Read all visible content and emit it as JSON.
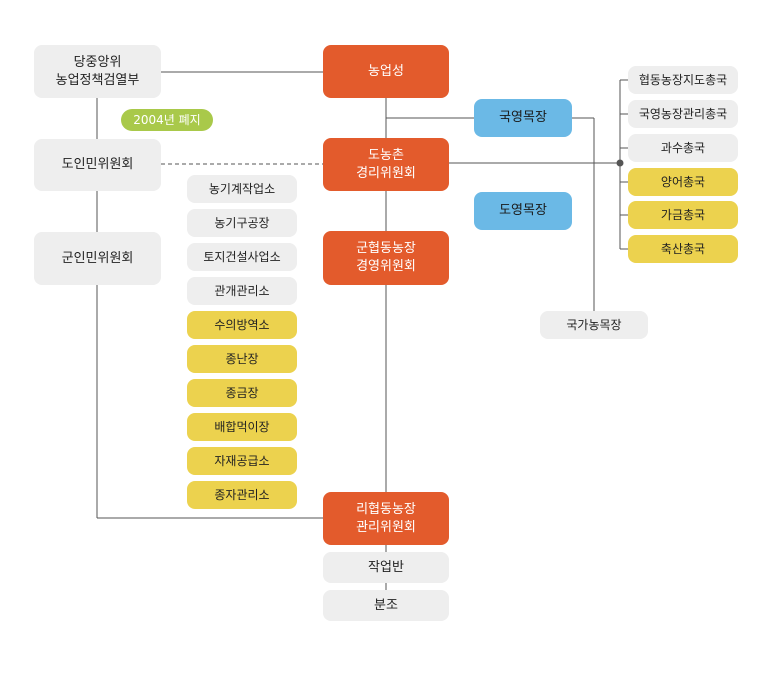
{
  "colors": {
    "orange": "#e35b2c",
    "blue": "#6bb9e6",
    "yellow": "#ecd24e",
    "gray": "#eeeeee",
    "green": "#a9c94a",
    "line": "#555555"
  },
  "left": {
    "party_committee": "당중앙위\n농업정책검열부",
    "abolished_badge": "2004년 폐지",
    "province_committee": "도인민위원회",
    "county_committee": "군인민위원회"
  },
  "center": {
    "ministry": "농업성",
    "province_rural": "도농촌\n경리위원회",
    "county_coop": "군협동농장\n경영위원회",
    "village_coop": "리협동농장\n관리위원회",
    "work_team": "작업반",
    "sub_team": "분조"
  },
  "middle_units": [
    {
      "label": "농기계작업소",
      "type": "gray"
    },
    {
      "label": "농기구공장",
      "type": "gray"
    },
    {
      "label": "토지건설사업소",
      "type": "gray"
    },
    {
      "label": "관개관리소",
      "type": "gray"
    },
    {
      "label": "수의방역소",
      "type": "yellow"
    },
    {
      "label": "종난장",
      "type": "yellow"
    },
    {
      "label": "종금장",
      "type": "yellow"
    },
    {
      "label": "배합먹이장",
      "type": "yellow"
    },
    {
      "label": "자재공급소",
      "type": "yellow"
    },
    {
      "label": "종자관리소",
      "type": "yellow"
    }
  ],
  "farms": {
    "state_farm": "국영목장",
    "province_farm": "도영목장",
    "national_farm": "국가농목장"
  },
  "bureaus": [
    {
      "label": "협동농장지도총국",
      "type": "gray"
    },
    {
      "label": "국영농장관리총국",
      "type": "gray"
    },
    {
      "label": "과수총국",
      "type": "gray"
    },
    {
      "label": "양어총국",
      "type": "yellow"
    },
    {
      "label": "가금총국",
      "type": "yellow"
    },
    {
      "label": "축산총국",
      "type": "yellow"
    }
  ]
}
